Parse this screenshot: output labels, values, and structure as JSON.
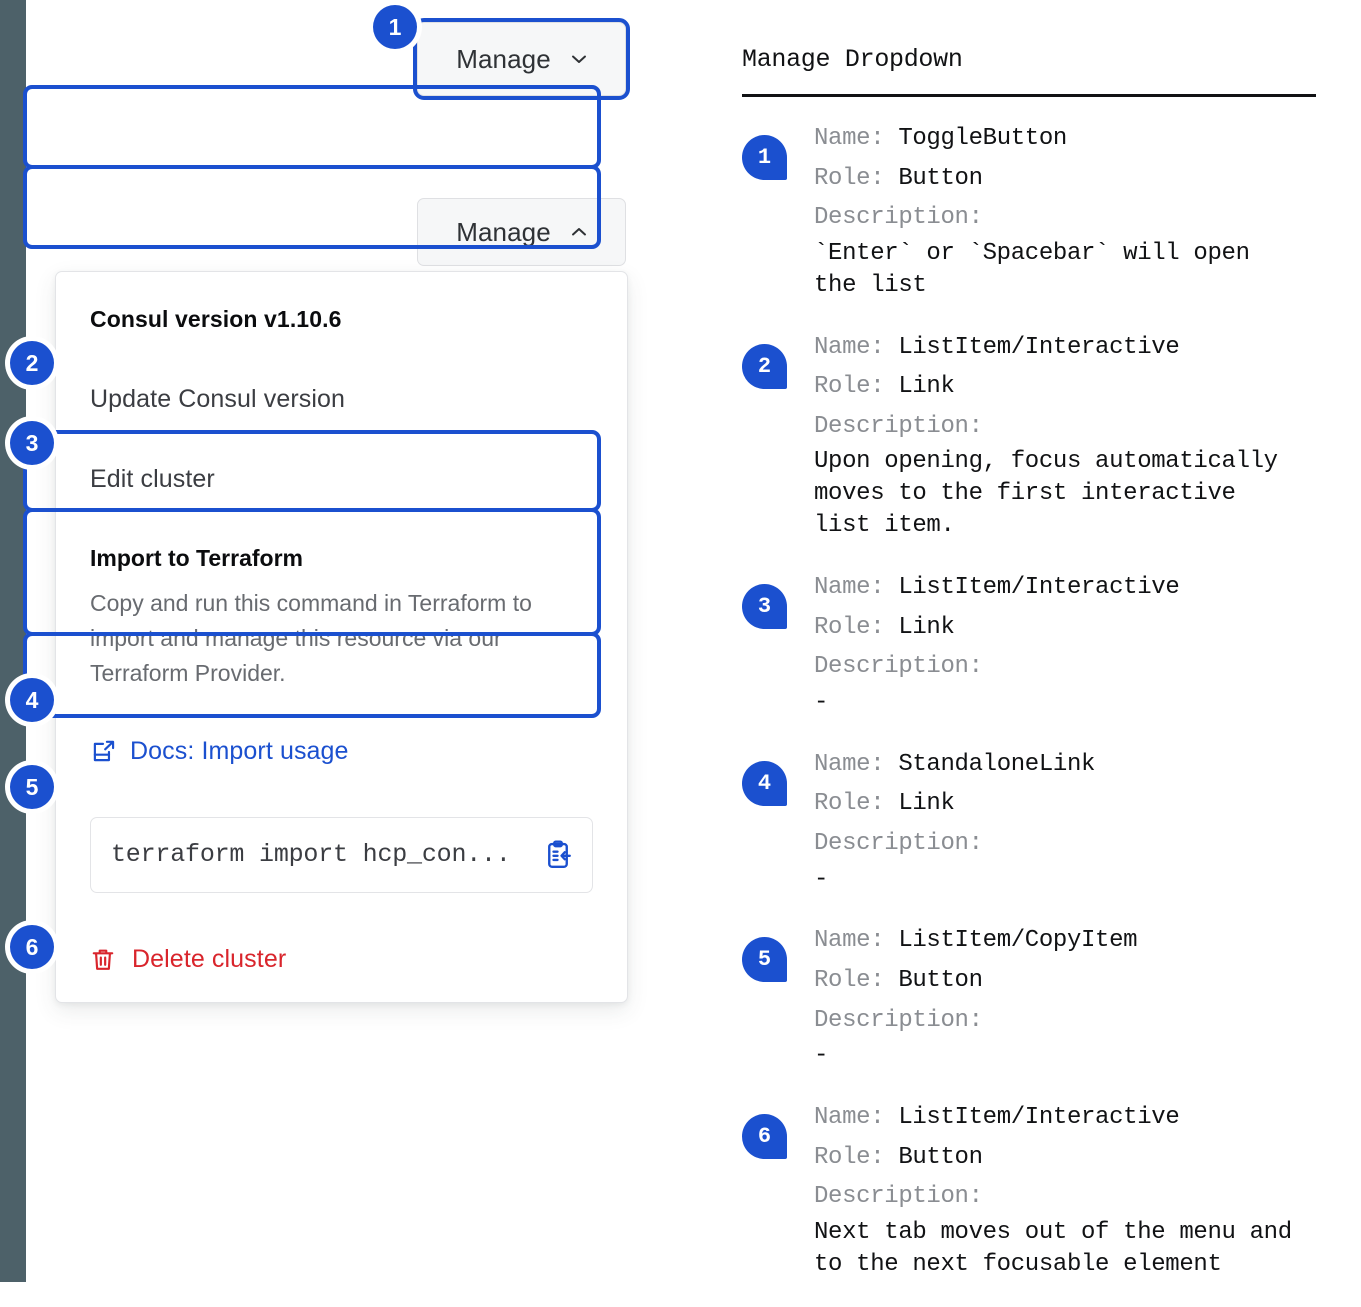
{
  "left_pane": {
    "collapsed_button": {
      "label": "Manage",
      "icon": "chevron-down-icon",
      "focused": true
    },
    "expanded_button": {
      "label": "Manage",
      "icon": "chevron-up-icon"
    },
    "dropdown": {
      "version_heading": "Consul version v1.10.6",
      "update_item": "Update Consul version",
      "edit_item": "Edit cluster",
      "terraform_title": "Import to Terraform",
      "terraform_body": "Copy and run this command in Terraform to import and manage this resource via our Terraform Provider.",
      "docs_link": "Docs: Import usage",
      "docs_link_icon": "docs-external-link-icon",
      "command_value": "terraform import hcp_con...",
      "copy_icon": "clipboard-copy-icon",
      "delete_item": "Delete cluster",
      "delete_icon": "trash-icon"
    },
    "markers": [
      "2",
      "3",
      "4",
      "5",
      "6"
    ],
    "toggle_marker": "1"
  },
  "doc_pane": {
    "title": "Manage Dropdown",
    "labels": {
      "name": "Name:",
      "role": "Role:",
      "description": "Description:"
    },
    "entries": [
      {
        "number": "1",
        "name": "ToggleButton",
        "role": "Button",
        "description": "`Enter` or `Spacebar` will open\nthe list"
      },
      {
        "number": "2",
        "name": "ListItem/Interactive",
        "role": "Link",
        "description": "Upon opening, focus automatically\nmoves to the first interactive\nlist item."
      },
      {
        "number": "3",
        "name": "ListItem/Interactive",
        "role": "Link",
        "description": "-"
      },
      {
        "number": "4",
        "name": "StandaloneLink",
        "role": "Link",
        "description": "-"
      },
      {
        "number": "5",
        "name": "ListItem/CopyItem",
        "role": "Button",
        "description": "-"
      },
      {
        "number": "6",
        "name": "ListItem/Interactive",
        "role": "Button",
        "description": "Next tab moves out of the menu and\nto the next focusable element"
      }
    ]
  },
  "colors": {
    "accent_blue": "#1b50cf",
    "link_blue": "#1b50cf",
    "danger_red": "#d9252c",
    "rail": "#4d6169",
    "muted_text": "#686b70"
  }
}
